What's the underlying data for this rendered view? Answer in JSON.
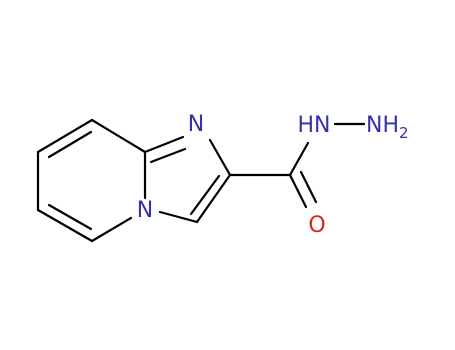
{
  "colors": {
    "background": "#ffffff",
    "carbon_bond": "#000000",
    "nitrogen": "#3333aa",
    "oxygen": "#dd2222"
  },
  "atoms": {
    "n_imidazole": {
      "symbol": "N"
    },
    "n_bridgehead": {
      "symbol": "N"
    },
    "n_hydrazide_nh": {
      "symbol": "HN"
    },
    "n_hydrazide_nh2": {
      "symbol": "NH",
      "subscript": "2"
    },
    "o_carbonyl": {
      "symbol": "O"
    }
  }
}
